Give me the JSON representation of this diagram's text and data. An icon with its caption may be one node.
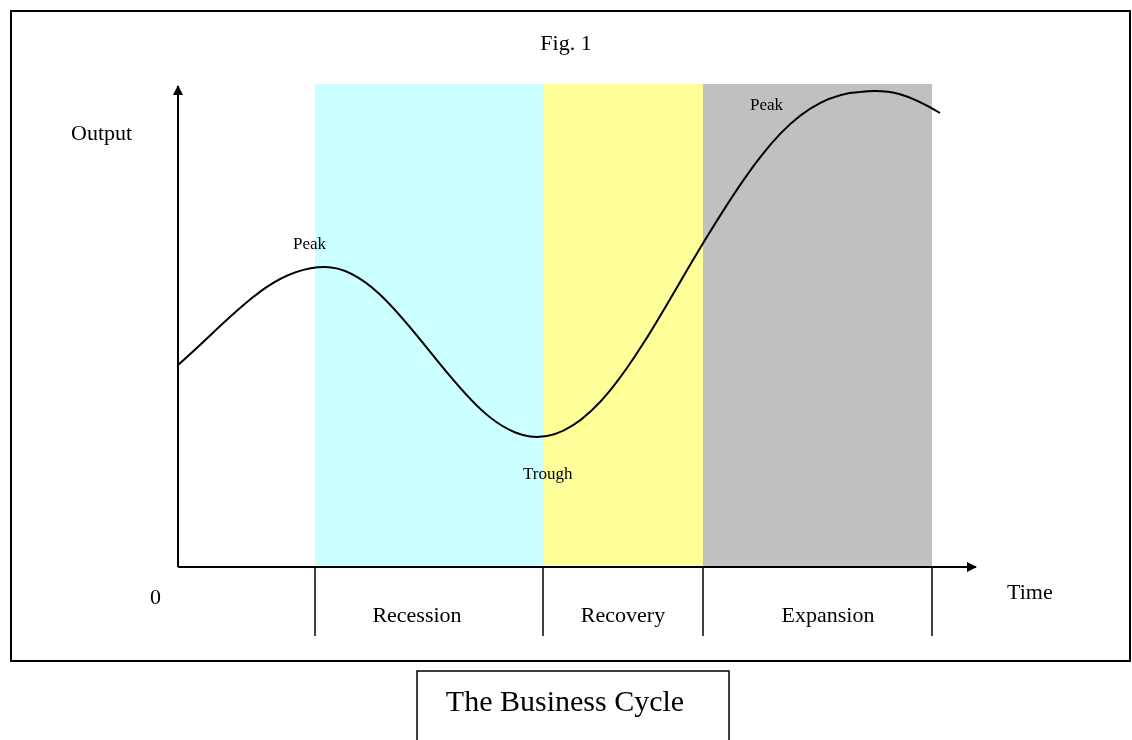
{
  "diagram": {
    "title": "Fig. 1",
    "caption": "The Business Cycle",
    "labels": [
      "Output",
      "Peak",
      "Peak",
      "Trough",
      "0",
      "Time",
      "Recession",
      "Recovery",
      "Expansion"
    ]
  }
}
